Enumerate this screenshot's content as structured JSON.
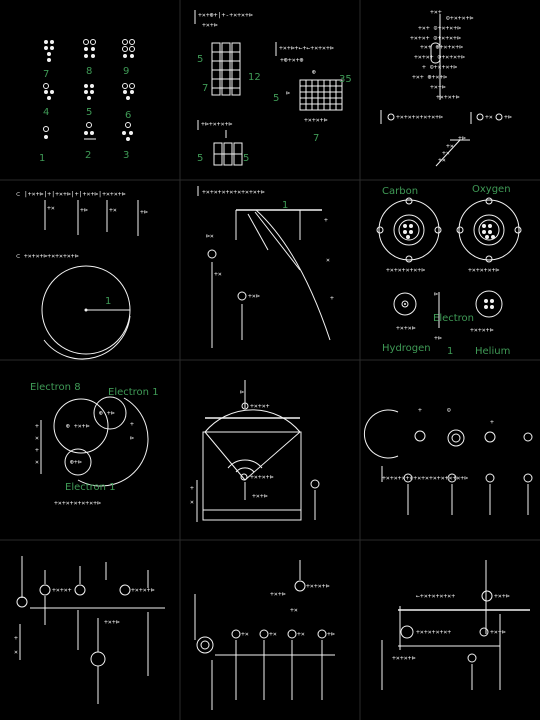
{
  "panels": [
    {
      "id": "p1",
      "labels": {
        "n7": "7",
        "n8": "8",
        "n9": "9",
        "n4": "4",
        "n5": "5",
        "n6": "6",
        "n1": "1",
        "n2": "2",
        "n3": "3"
      }
    },
    {
      "id": "p2",
      "labels": {
        "a5": "5",
        "b12": "12",
        "c7": "7",
        "d5": "5",
        "e35": "35",
        "f7": "7",
        "g5": "5",
        "h5": "5"
      }
    },
    {
      "id": "p3",
      "labels": {}
    },
    {
      "id": "p4",
      "labels": {
        "one": "1"
      }
    },
    {
      "id": "p5",
      "labels": {
        "one": "1"
      }
    },
    {
      "id": "p6",
      "labels": {
        "carbon": "Carbon",
        "oxygen": "Oxygen",
        "electron": "Electron",
        "hydrogen": "Hydrogen",
        "one": "1",
        "helium": "Helium"
      }
    },
    {
      "id": "p7",
      "labels": {
        "electron8": "Electron 8",
        "electron1a": "Electron 1",
        "electron1b": "Electron 1"
      }
    },
    {
      "id": "p8",
      "labels": {}
    },
    {
      "id": "p9",
      "labels": {}
    },
    {
      "id": "p10",
      "labels": {}
    },
    {
      "id": "p11",
      "labels": {}
    },
    {
      "id": "p12",
      "labels": {}
    }
  ],
  "colors": {
    "label": "#3f9a56",
    "stroke": "#f2f2f2",
    "background": "#000000"
  }
}
